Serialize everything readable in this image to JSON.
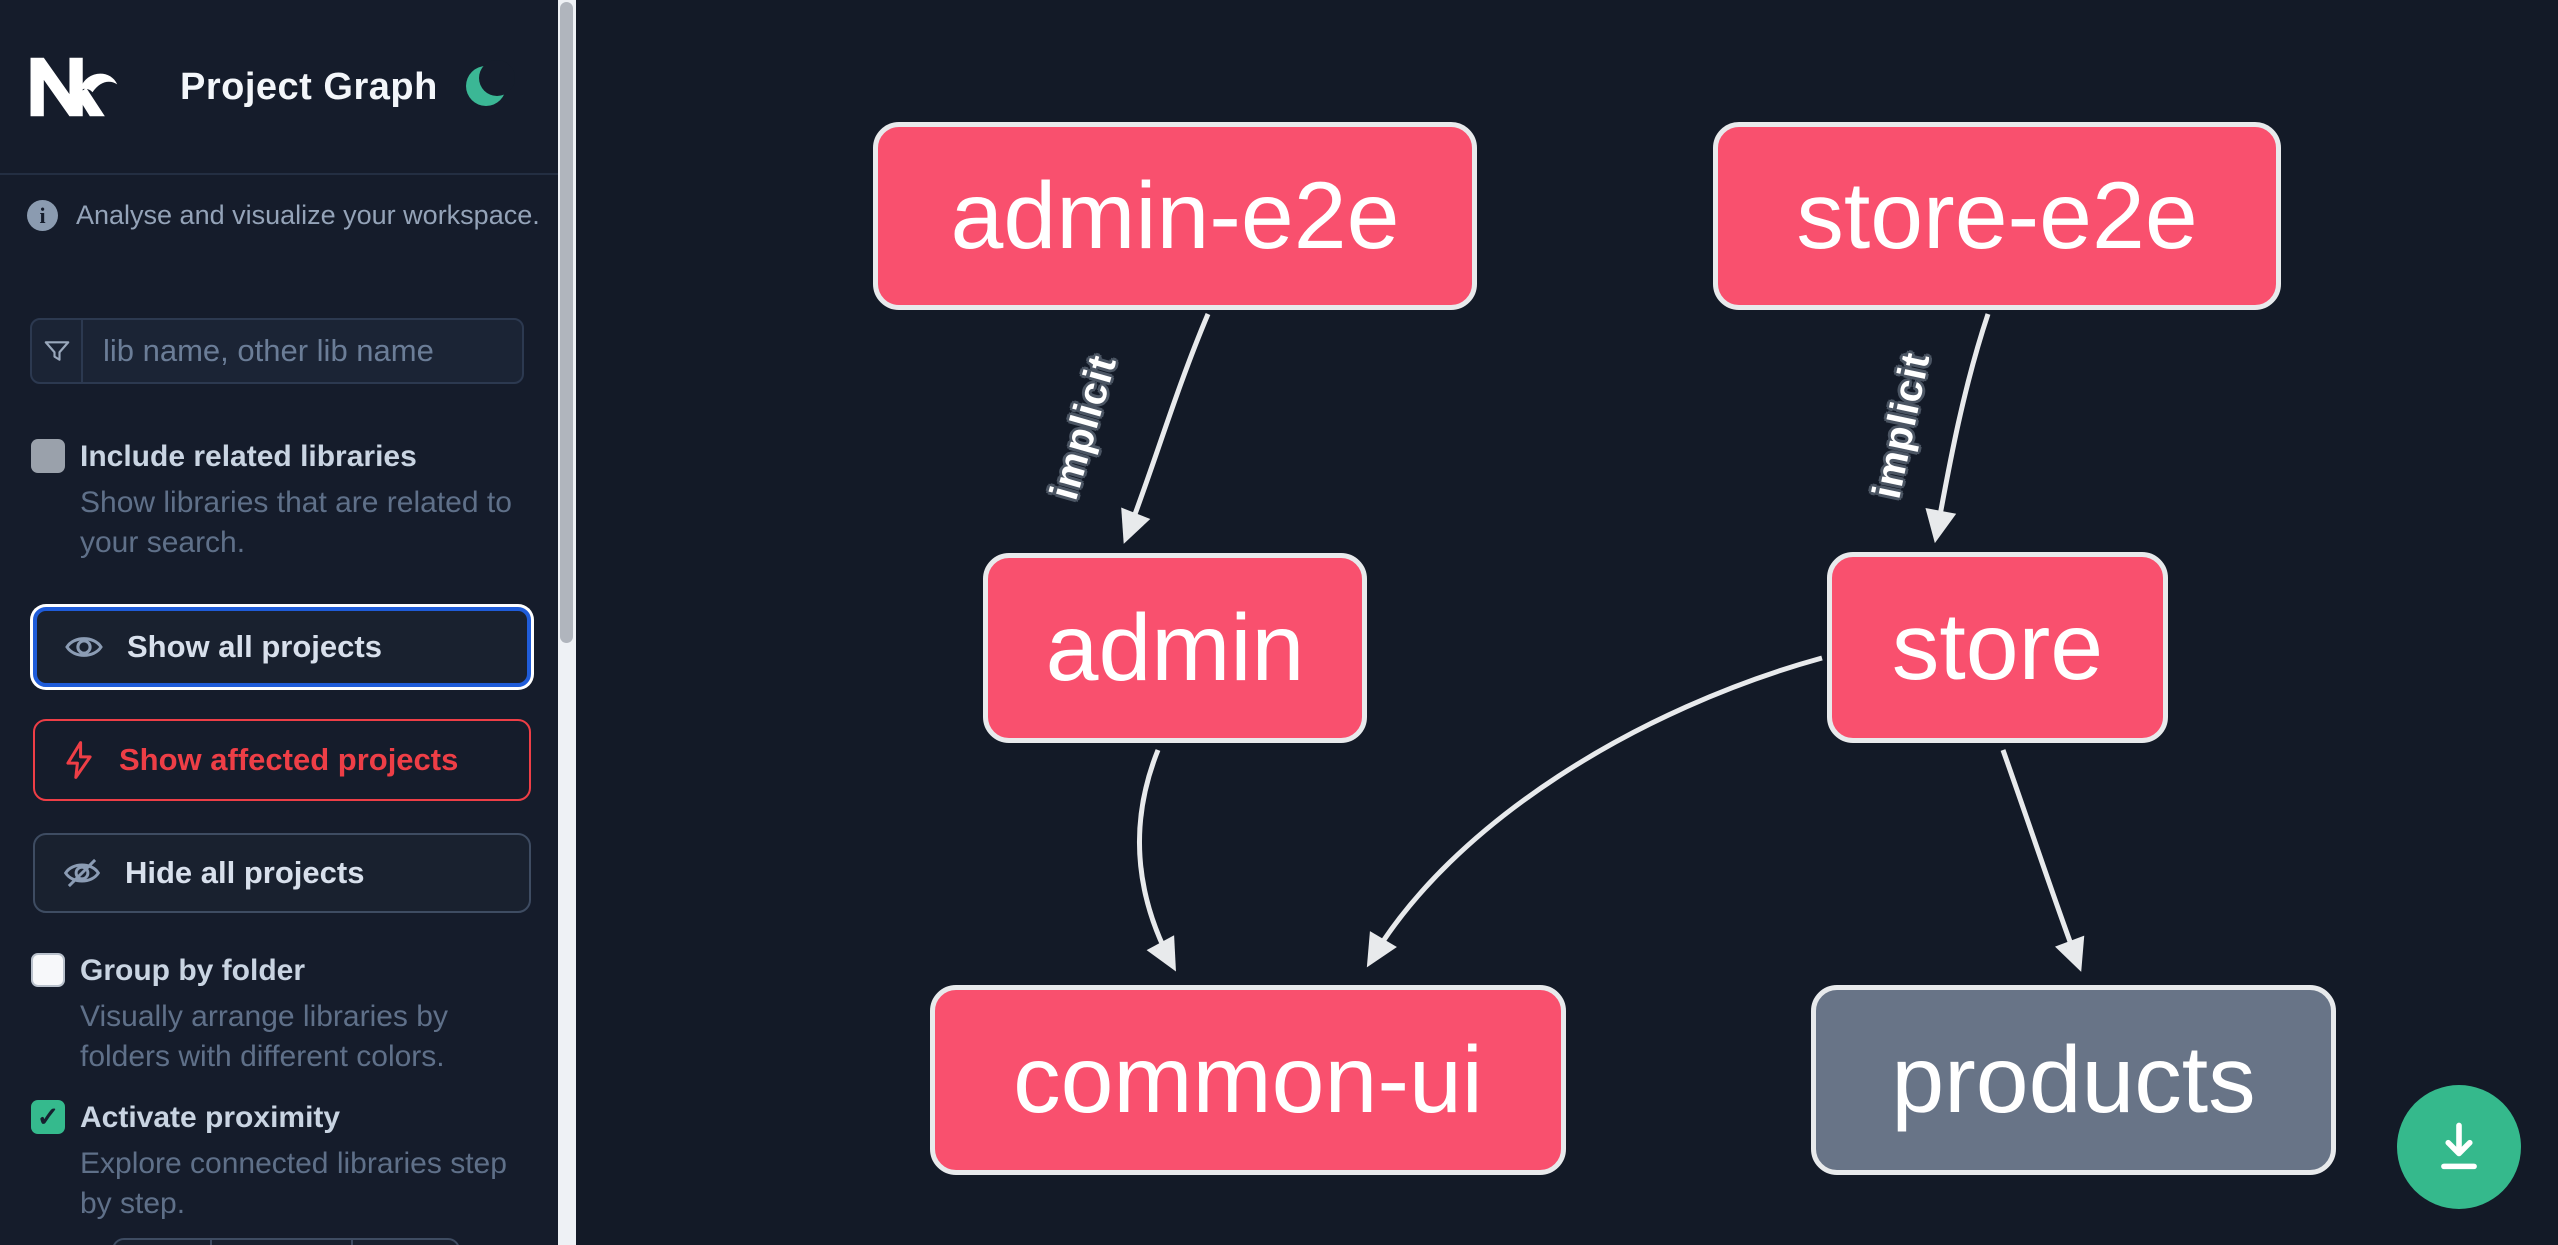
{
  "app": {
    "logo_name": "Nx",
    "title": "Project Graph",
    "theme_toggle": "dark-mode-moon"
  },
  "sidebar": {
    "tagline": "Analyse and visualize your workspace.",
    "search": {
      "placeholder": "lib name, other lib name",
      "value": ""
    },
    "options": [
      {
        "label": "Include related libraries",
        "description": "Show libraries that are related to your search.",
        "checked": false,
        "disabled": true
      },
      {
        "label": "Group by folder",
        "description": "Visually arrange libraries by folders with different colors.",
        "checked": false,
        "disabled": false
      },
      {
        "label": "Activate proximity",
        "description": "Explore connected libraries step by step.",
        "checked": true,
        "disabled": false
      }
    ],
    "actions": [
      {
        "label": "Show all projects",
        "focused": true
      },
      {
        "label": "Show affected projects",
        "accent": "red"
      },
      {
        "label": "Hide all projects"
      }
    ],
    "checkmark": "✓"
  },
  "graph": {
    "nodes": [
      {
        "label": "admin-e2e",
        "type": "app-e2e",
        "color": "pink"
      },
      {
        "label": "store-e2e",
        "type": "app-e2e",
        "color": "pink"
      },
      {
        "label": "admin",
        "type": "app",
        "color": "pink"
      },
      {
        "label": "store",
        "type": "app",
        "color": "pink"
      },
      {
        "label": "common-ui",
        "type": "lib",
        "color": "pink"
      },
      {
        "label": "products",
        "type": "lib",
        "color": "gray"
      }
    ],
    "edges": [
      {
        "from": "admin-e2e",
        "to": "admin",
        "label": "implicit"
      },
      {
        "from": "store-e2e",
        "to": "store",
        "label": "implicit"
      },
      {
        "from": "admin",
        "to": "common-ui",
        "label": ""
      },
      {
        "from": "store",
        "to": "common-ui",
        "label": ""
      },
      {
        "from": "store",
        "to": "products",
        "label": ""
      }
    ]
  },
  "fab": {
    "action": "download-graph-image"
  },
  "colors": {
    "background": "#131a27",
    "sidebar": "#151c2b",
    "node_pink": "#f9506e",
    "node_gray": "#687487",
    "node_border": "#e8eaec",
    "edge": "#e8eaec",
    "focus_blue": "#1f5cd9",
    "danger_red": "#ee3e46",
    "accent_green": "#35b98c"
  }
}
